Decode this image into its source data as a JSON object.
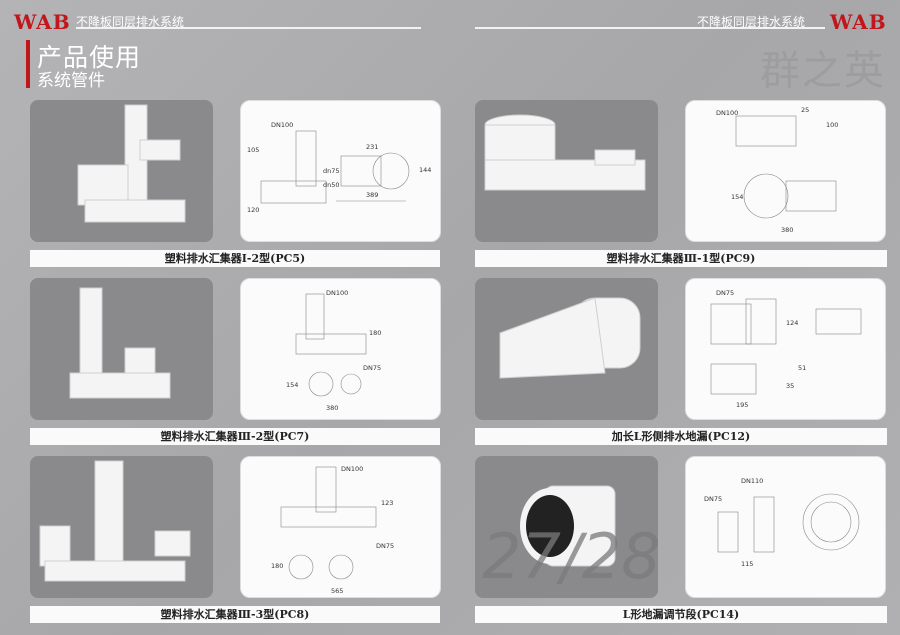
{
  "header": {
    "brand_left": "WAB",
    "system_left": "不降板同层排水系统",
    "system_right": "不降板同层排水系统",
    "brand_right": "WAB",
    "title": "产品使用",
    "subtitle": "系统管件",
    "company": "群之英"
  },
  "products": [
    {
      "caption": "塑料排水汇集器Ⅰ-2型(PC5)",
      "labels": [
        "DN100",
        "105",
        "120",
        "231",
        "dn75",
        "dn50",
        "144",
        "389"
      ]
    },
    {
      "caption": "塑料排水汇集器Ⅲ-1型(PC9)",
      "labels": [
        "DN100",
        "25",
        "100",
        "154",
        "380"
      ]
    },
    {
      "caption": "塑料排水汇集器Ⅲ-2型(PC7)",
      "labels": [
        "DN100",
        "180",
        "DN75",
        "154",
        "380"
      ]
    },
    {
      "caption": "加长L形侧排水地漏(PC12)",
      "labels": [
        "DN75",
        "124",
        "51",
        "35",
        "195"
      ]
    },
    {
      "caption": "塑料排水汇集器Ⅲ-3型(PC8)",
      "labels": [
        "DN100",
        "123",
        "DN75",
        "180",
        "565"
      ]
    },
    {
      "caption": "L形地漏调节段(PC14)",
      "labels": [
        "DN110",
        "DN75",
        "115"
      ]
    }
  ],
  "page_number": "27/28"
}
